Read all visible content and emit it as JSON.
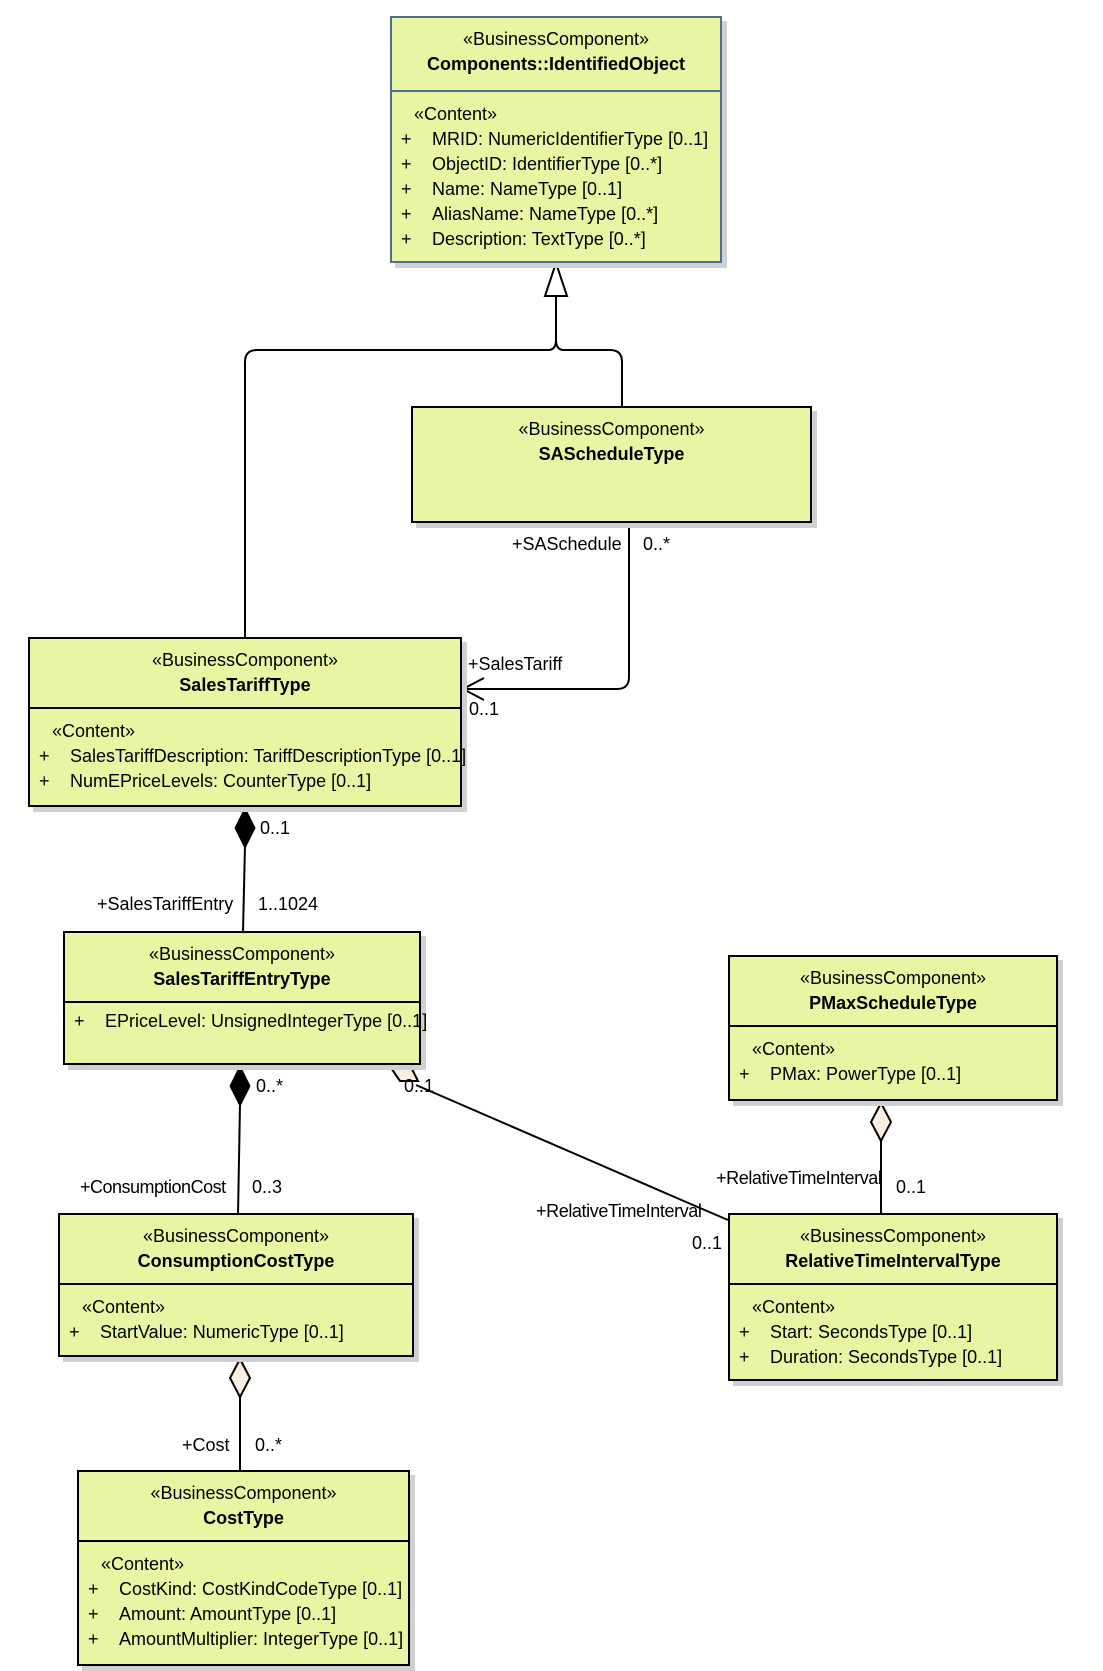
{
  "classes": {
    "identified_object": {
      "stereotype": "«BusinessComponent»",
      "name": "Components::IdentifiedObject",
      "section": "«Content»",
      "attributes": [
        {
          "vis": "+",
          "text": "MRID: NumericIdentifierType [0..1]"
        },
        {
          "vis": "+",
          "text": "ObjectID: IdentifierType [0..*]"
        },
        {
          "vis": "+",
          "text": "Name: NameType [0..1]"
        },
        {
          "vis": "+",
          "text": "AliasName: NameType [0..*]"
        },
        {
          "vis": "+",
          "text": "Description: TextType [0..*]"
        }
      ]
    },
    "sa_schedule": {
      "stereotype": "«BusinessComponent»",
      "name": "SAScheduleType"
    },
    "sales_tariff": {
      "stereotype": "«BusinessComponent»",
      "name": "SalesTariffType",
      "section": "«Content»",
      "attributes": [
        {
          "vis": "+",
          "text": "SalesTariffDescription: TariffDescriptionType [0..1]"
        },
        {
          "vis": "+",
          "text": "NumEPriceLevels: CounterType [0..1]"
        }
      ]
    },
    "sales_tariff_entry": {
      "stereotype": "«BusinessComponent»",
      "name": "SalesTariffEntryType",
      "attributes": [
        {
          "vis": "+",
          "text": "EPriceLevel: UnsignedIntegerType [0..1]"
        }
      ]
    },
    "pmax_schedule": {
      "stereotype": "«BusinessComponent»",
      "name": "PMaxScheduleType",
      "section": "«Content»",
      "attributes": [
        {
          "vis": "+",
          "text": "PMax: PowerType [0..1]"
        }
      ]
    },
    "consumption_cost": {
      "stereotype": "«BusinessComponent»",
      "name": "ConsumptionCostType",
      "section": "«Content»",
      "attributes": [
        {
          "vis": "+",
          "text": "StartValue: NumericType [0..1]"
        }
      ]
    },
    "relative_time_interval": {
      "stereotype": "«BusinessComponent»",
      "name": "RelativeTimeIntervalType",
      "section": "«Content»",
      "attributes": [
        {
          "vis": "+",
          "text": "Start: SecondsType [0..1]"
        },
        {
          "vis": "+",
          "text": "Duration: SecondsType [0..1]"
        }
      ]
    },
    "cost": {
      "stereotype": "«BusinessComponent»",
      "name": "CostType",
      "section": "«Content»",
      "attributes": [
        {
          "vis": "+",
          "text": "CostKind: CostKindCodeType [0..1]"
        },
        {
          "vis": "+",
          "text": "Amount: AmountType [0..1]"
        },
        {
          "vis": "+",
          "text": "AmountMultiplier: IntegerType [0..1]"
        }
      ]
    }
  },
  "associations": {
    "saschedule_role": "+SASchedule",
    "saschedule_mult": "0..*",
    "salestariff_role": "+SalesTariff",
    "salestariff_mult": "0..1",
    "salestariff_comp_mult": "0..1",
    "salestariffentry_role": "+SalesTariffEntry",
    "salestariffentry_mult": "1..1024",
    "entry_comp_mult": "0..*",
    "entry_agg_mult": "0..1",
    "consumptioncost_role": "+ConsumptionCost",
    "consumptioncost_mult": "0..3",
    "rti_role_entry": "+RelativeTimeInterval",
    "rti_mult_entry": "0..1",
    "rti_role_pmax": "+RelativeTimeInterval",
    "rti_mult_pmax": "0..1",
    "cost_role": "+Cost",
    "cost_mult": "0..*"
  }
}
